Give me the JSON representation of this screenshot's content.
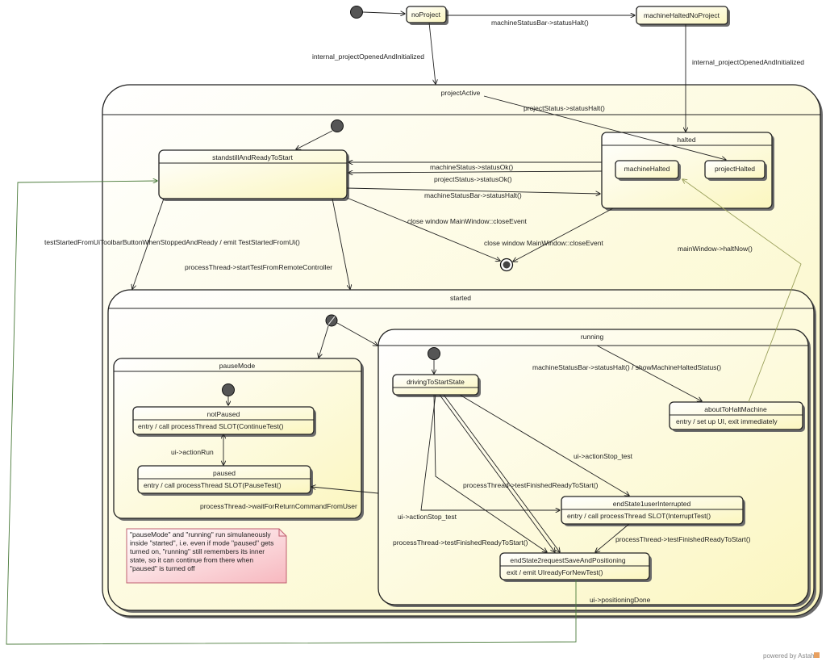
{
  "states": {
    "noProject": "noProject",
    "machineHaltedNoProject": "machineHaltedNoProject",
    "projectActive": "projectActive",
    "standstill": "standstillAndReadyToStart",
    "halted": "halted",
    "machineHalted": "machineHalted",
    "projectHalted": "projectHalted",
    "started": "started",
    "pauseMode": "pauseMode",
    "notPaused": "notPaused",
    "notPausedEntry": "entry / call processThread SLOT(ContinueTest()",
    "paused": "paused",
    "pausedEntry": "entry / call processThread SLOT(PauseTest()",
    "running": "running",
    "drivingToStartState": "drivingToStartState",
    "aboutToHaltMachine": "aboutToHaltMachine",
    "aboutToHaltEntry": "entry / set up UI, exit immediately",
    "endState1": "endState1userInterrupted",
    "endState1Entry": "entry / call processThread SLOT(InterruptTest()",
    "endState2": "endState2requestSaveAndPositioning",
    "endState2Exit": "exit / emit UIreadyForNewTest()"
  },
  "transitions": {
    "t_statusHalt": "machineStatusBar->statusHalt()",
    "t_openedInit1": "internal_projectOpenedAndInitialized",
    "t_openedInit2": "internal_projectOpenedAndInitialized",
    "t_projectStatusHalt": "projectStatus->statusHalt()",
    "t_machineStatusOk": "machineStatus->statusOk()",
    "t_projectStatusOk": "projectStatus->statusOk()",
    "t_machineStatusBarHalt": "machineStatusBar->statusHalt()",
    "t_closeEvent1": "close window MainWindow::closeEvent",
    "t_closeEvent2": "close window MainWindow::closeEvent",
    "t_haltNow": "mainWindow->haltNow()",
    "t_testStartedUi": "testStartedFromUiToolbarButtonWhenStoppedAndReady / emit TestStartedFromUi()",
    "t_remoteController": "processThread->startTestFromRemoteController",
    "t_showHalted": "machineStatusBar->statusHalt() / showMachineHaltedStatus()",
    "t_actionRun": "ui->actionRun",
    "t_waitReturn": "processThread->waitForReturnCommandFromUser",
    "t_actionStop1": "ui->actionStop_test",
    "t_actionStop2": "ui->actionStop_test",
    "t_finished1": "processThread->testFinishedReadyToStart()",
    "t_finished2": "processThread->testFinishedReadyToStart()",
    "t_finished3": "processThread->testFinishedReadyToStart()",
    "t_positioningDone": "ui->positioningDone"
  },
  "note": [
    "\"pauseMode\" and \"running\" run simulaneously",
    "inside \"started\", i.e. even if mode \"paused\" gets",
    "turned on, \"running\" still remembers its inner",
    "state, so it can continue from there when",
    "\"paused\" is turned off"
  ],
  "watermark": "powered by Astah",
  "colors": {
    "stateFill": "#fdf9c8",
    "stateStroke": "#222222",
    "noteFill": "#fbd0d4",
    "noteStroke": "#c06070",
    "greenLine": "#4a7a3a",
    "oliveLine": "#9aa05a"
  }
}
